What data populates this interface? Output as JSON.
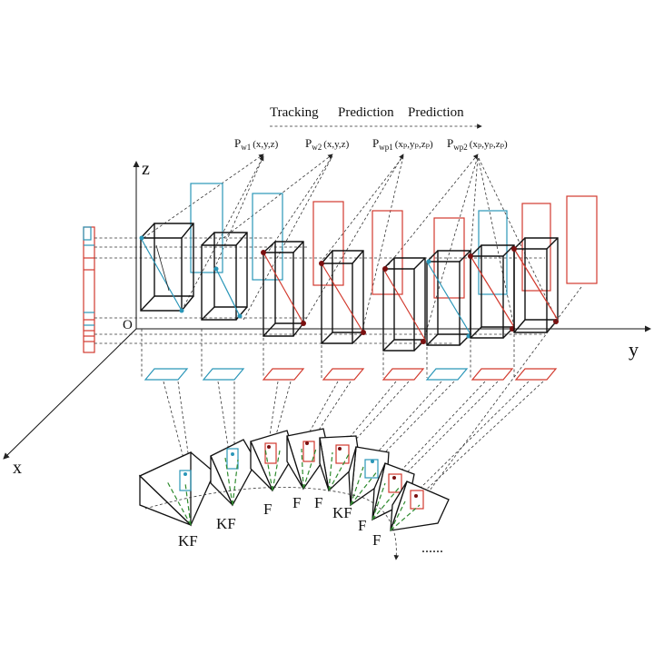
{
  "phases": [
    "Tracking",
    "Prediction",
    "Prediction"
  ],
  "points": [
    {
      "base": "P",
      "sub": "w1",
      "args": "(x,y,z)"
    },
    {
      "base": "P",
      "sub": "w2",
      "args": "(x,y,z)"
    },
    {
      "base": "P",
      "sub": "wp1",
      "args": "(xₚ,yₚ,zₚ)"
    },
    {
      "base": "P",
      "sub": "wp2",
      "args": "(xₚ,yₚ,zₚ)"
    }
  ],
  "axes": {
    "x": "x",
    "y": "y",
    "z": "z",
    "origin": "O"
  },
  "frames": [
    "KF",
    "KF",
    "F",
    "F",
    "F",
    "KF",
    "F",
    "F"
  ],
  "ellipsis": "......",
  "colors": {
    "tracked": "#2a96b8",
    "predicted": "#d23a2e",
    "frame": "#111111",
    "ray": "#2e8b2e"
  }
}
